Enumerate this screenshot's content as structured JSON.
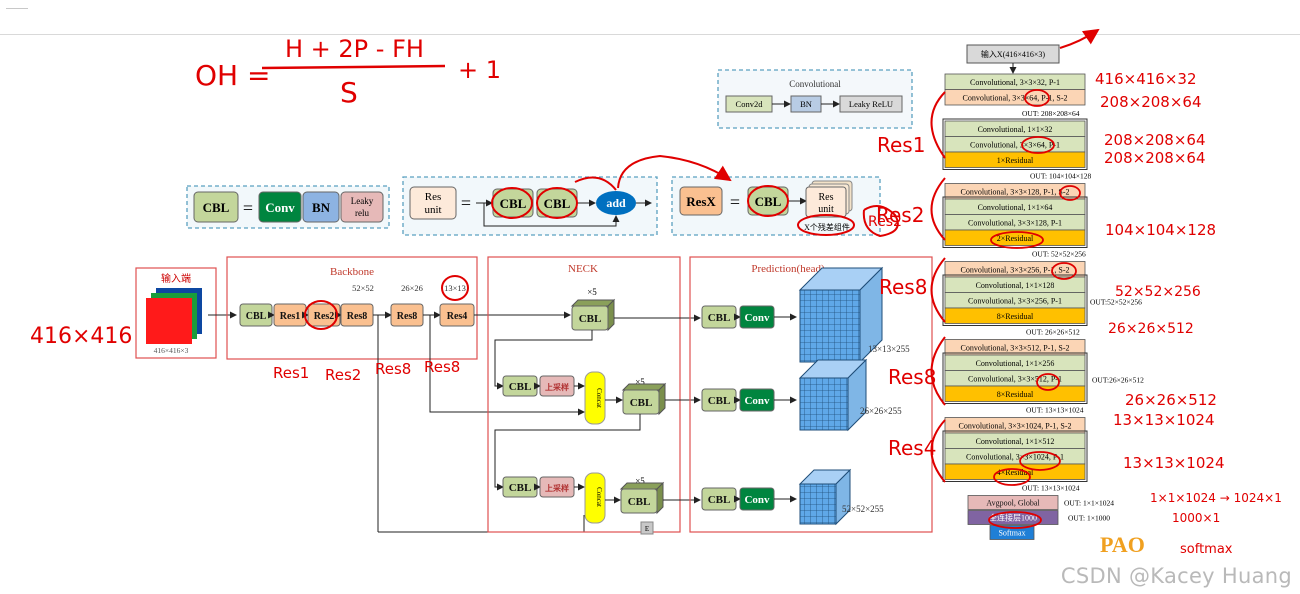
{
  "formula": {
    "lhs": "OH =",
    "numerator": "H + 2P - FH",
    "denominator": "S",
    "tail": "+ 1"
  },
  "cbl_def": {
    "cbl": "CBL",
    "eq": "=",
    "conv": "Conv",
    "bn": "BN",
    "leaky1": "Leaky",
    "leaky2": "relu"
  },
  "resunit_def": {
    "unit1": "Res",
    "unit2": "unit",
    "eq": "=",
    "cbl": "CBL",
    "add": "add"
  },
  "resx_def": {
    "resx": "ResX",
    "eq": "=",
    "cbl": "CBL",
    "unit1": "Res",
    "unit2": "unit",
    "caption": "X个残差组件"
  },
  "conv_legend": {
    "title": "Convolutional",
    "conv2d": "Conv2d",
    "bn": "BN",
    "relu": "Leaky ReLU"
  },
  "input": {
    "title": "输入端",
    "size": "416×416×3"
  },
  "backbone": {
    "title": "Backbone",
    "blocks": [
      "CBL",
      "Res1",
      "Res2",
      "Res8",
      "Res8",
      "Res4"
    ],
    "scales": [
      "52×52",
      "26×26",
      "13×13"
    ]
  },
  "neck": {
    "title": "NECK",
    "x5": "×5",
    "cbl": "CBL",
    "upsample": "上采样",
    "concat": "Concat",
    "e_label": "E"
  },
  "prediction": {
    "title": "Prediction(head)",
    "cbl": "CBL",
    "conv": "Conv",
    "outputs": [
      "13×13×255",
      "26×26×255",
      "52×52×255"
    ]
  },
  "darknet": {
    "input": "输入X(416×416×3)",
    "rows": [
      "Convolutional, 3×3×32, P-1",
      "Convolutional, 3×3×64, P-1, S-2",
      "Convolutional, 1×1×32",
      "Convolutional, 3×3×64, P-1",
      "1×Residual",
      "Convolutional, 3×3×128, P-1, S-2",
      "Convolutional, 1×1×64",
      "Convolutional, 3×3×128, P-1",
      "2×Residual",
      "Convolutional, 3×3×256, P-1, S-2",
      "Convolutional, 1×1×128",
      "Convolutional, 3×3×256, P-1",
      "8×Residual",
      "Convolutional, 3×3×512, P-1, S-2",
      "Convolutional, 1×1×256",
      "Convolutional, 3×3×512, P-1",
      "8×Residual",
      "Convolutional, 3×3×1024, P-1, S-2",
      "Convolutional, 1×1×512",
      "Convolutional, 3×3×1024, P-1",
      "4×Residual"
    ],
    "outs": [
      "OUT: 208×208×64",
      "OUT: 104×104×128",
      "OUT: 52×52×256",
      "OUT:52×52×256",
      "OUT: 26×26×512",
      "OUT:26×26×512",
      "OUT: 13×13×1024",
      "OUT: 13×13×1024"
    ],
    "tail": [
      "Avgpool, Global",
      "全连接层1000",
      "Softmax"
    ],
    "tail_outs": [
      "OUT: 1×1×1024",
      "OUT: 1×1000"
    ]
  },
  "handwriting": {
    "res_groups": [
      "Res1",
      "Res2",
      "Res8",
      "Res8",
      "Res4"
    ],
    "input_size": "416×416",
    "under_backbone": [
      "Res1",
      "Res2",
      "Res8",
      "Res8"
    ],
    "right_notes": [
      "416×416×32",
      "208×208×64",
      "208×208×64",
      "208×208×64",
      "104×104×128",
      "52×52×256",
      "26×26×512",
      "26×26×512",
      "13×13×1024",
      "13×13×1024",
      "1×1×1024 → 1024×1",
      "1000×1",
      "softmax"
    ]
  },
  "logo": "PAO",
  "watermark": "CSDN @Kacey Huang",
  "colors": {
    "cbl": "#c3d69b",
    "conv": "#00853f",
    "bn": "#8db3e2",
    "leaky": "#e6b9b8",
    "res": "#fac090",
    "resunit": "#fdeada",
    "add": "#0070c0",
    "concat": "#ffff00",
    "upsample": "#e6b9b8",
    "residual": "#ffc000",
    "ink": "#e00000"
  }
}
